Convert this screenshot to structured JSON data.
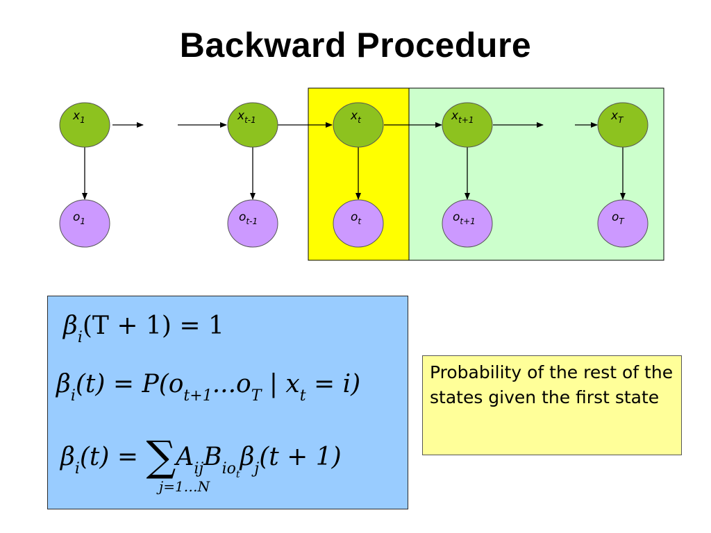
{
  "title": "Backward Procedure",
  "colors": {
    "hidden_node": "#8dc21f",
    "observed_node": "#cc99ff",
    "current_highlight": "#ffff00",
    "future_highlight": "#ccffcc",
    "formula_bg": "#99ccff",
    "note_bg": "#ffff99"
  },
  "nodes": {
    "x1": {
      "base": "x",
      "sub": "1"
    },
    "xt_minus1": {
      "base": "x",
      "sub": "t-1"
    },
    "xt": {
      "base": "x",
      "sub": "t"
    },
    "xt_plus1": {
      "base": "x",
      "sub": "t+1"
    },
    "xT": {
      "base": "x",
      "sub": "T"
    },
    "o1": {
      "base": "o",
      "sub": "1"
    },
    "ot_minus1": {
      "base": "o",
      "sub": "t-1"
    },
    "ot": {
      "base": "o",
      "sub": "t"
    },
    "ot_plus1": {
      "base": "o",
      "sub": "t+1"
    },
    "oT": {
      "base": "o",
      "sub": "T"
    }
  },
  "formulas": {
    "f1": {
      "beta": "β",
      "i": "i",
      "arg": "(T + 1) = 1"
    },
    "f2": {
      "lhs": "(t) = P(o",
      "sub1": "t+1",
      "mid": "...o",
      "sub2": "T",
      "bar": " | x",
      "sub3": "t",
      "rhs": " = i)"
    },
    "f3": {
      "lhs": "(t) = ",
      "sigma": "∑",
      "a": "A",
      "a_sub": "ij",
      "b": "B",
      "b_sub": "io",
      "b_subsub": "t",
      "beta": "β",
      "j": "j",
      "rhs": "(t + 1)",
      "limits": "j=1…N"
    }
  },
  "note": "Probability of the rest of the states given the first state"
}
